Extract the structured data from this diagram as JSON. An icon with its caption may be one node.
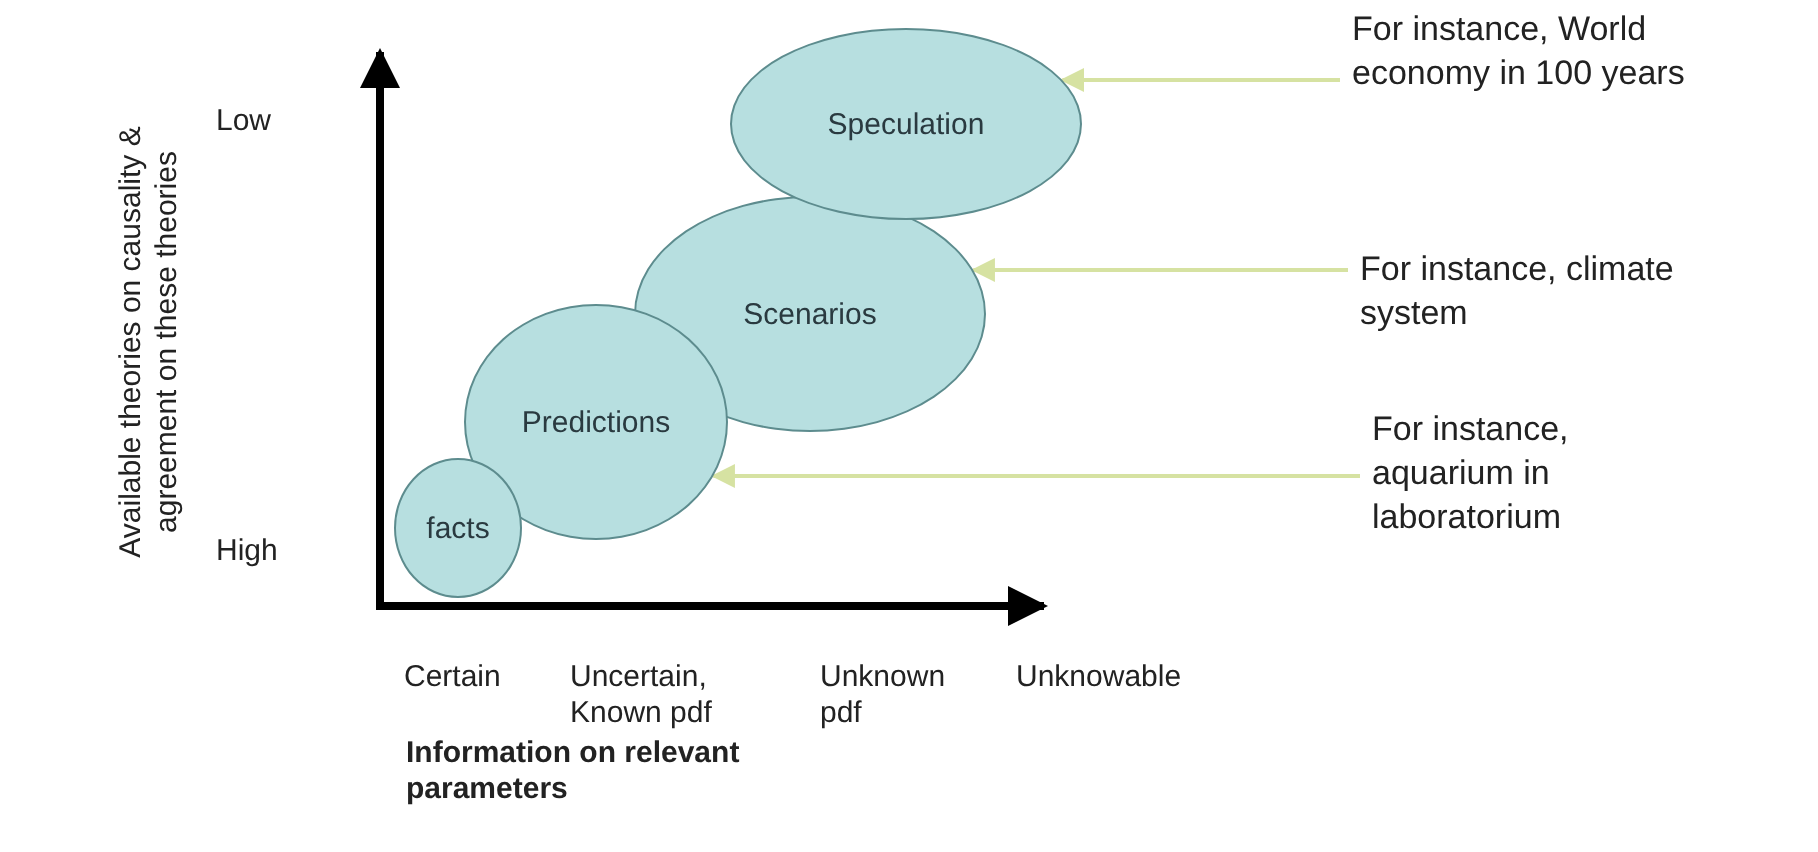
{
  "diagram": {
    "nodes": [
      {
        "text": [
          "Speculation"
        ]
      },
      {
        "text": [
          "Scenarios"
        ]
      },
      {
        "text": [
          "Predictions"
        ]
      },
      {
        "text": [
          "facts"
        ]
      },
      {
        "text": [
          "For instance, World economy in 100 years"
        ]
      },
      {
        "text": [
          "For instance, climate system"
        ]
      },
      {
        "text": [
          "For instance, aquarium in laboratorium"
        ]
      }
    ],
    "edges": [
      {
        "from": 4,
        "to": 0,
        "arrow": "to"
      },
      {
        "from": 5,
        "to": 1,
        "arrow": "to"
      },
      {
        "from": 6,
        "to": 2,
        "arrow": "to"
      }
    ],
    "labels": [
      "Available theories on causality & agreement on these theories",
      "Low",
      "High",
      "Certain",
      "Uncertain, Known pdf",
      "Unknown pdf",
      "Unknowable",
      "Information on relevant parameters"
    ]
  }
}
